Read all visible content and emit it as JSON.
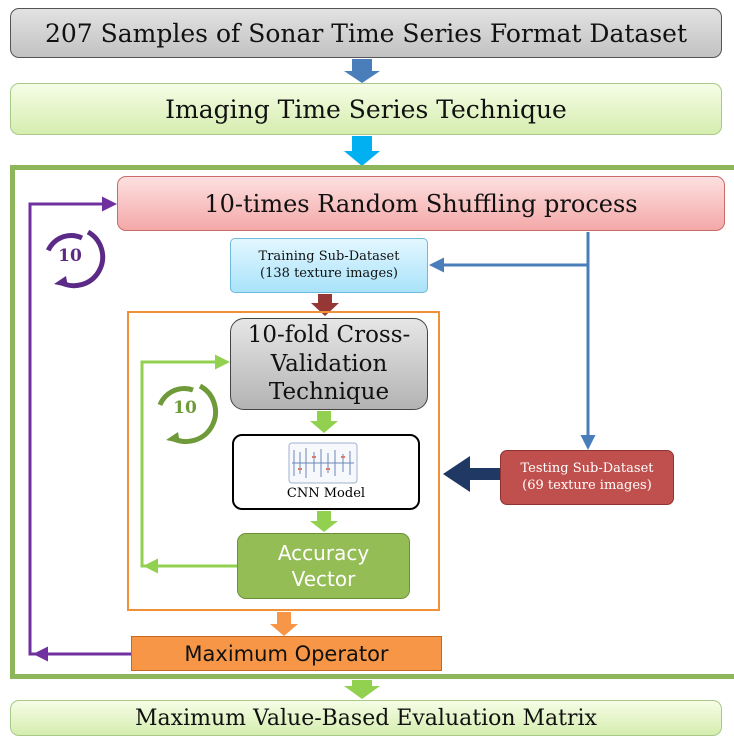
{
  "dataset_box": {
    "text": "207 Samples of Sonar Time Series Format Dataset"
  },
  "imaging_box": {
    "text": "Imaging Time Series Technique"
  },
  "shuffle_box": {
    "text": "10-times Random Shuffling process"
  },
  "training_box": {
    "line1": "Training Sub-Dataset",
    "line2": "(138  texture images)"
  },
  "crossval_box": {
    "text": "10-fold Cross-Validation Technique"
  },
  "cnn_box": {
    "text": "CNN Model"
  },
  "accuracy_box": {
    "text": "Accuracy Vector"
  },
  "testing_box": {
    "line1": "Testing Sub-Dataset",
    "line2": "(69  texture images)"
  },
  "maximum_box": {
    "text": "Maximum Operator"
  },
  "evaluation_box": {
    "text": "Maximum Value-Based Evaluation Matrix"
  },
  "outer_loop": {
    "count": "10",
    "color": "#5b2a86"
  },
  "inner_loop": {
    "count": "10",
    "color": "#6f9a3a"
  },
  "colors": {
    "frame_green": "#8db55a",
    "inner_frame_orange": "#f0913a",
    "connector_blue": "#4a7ebb",
    "connector_purple": "#7030a0",
    "connector_green": "#92d050",
    "arrow_navy": "#1f3864"
  }
}
